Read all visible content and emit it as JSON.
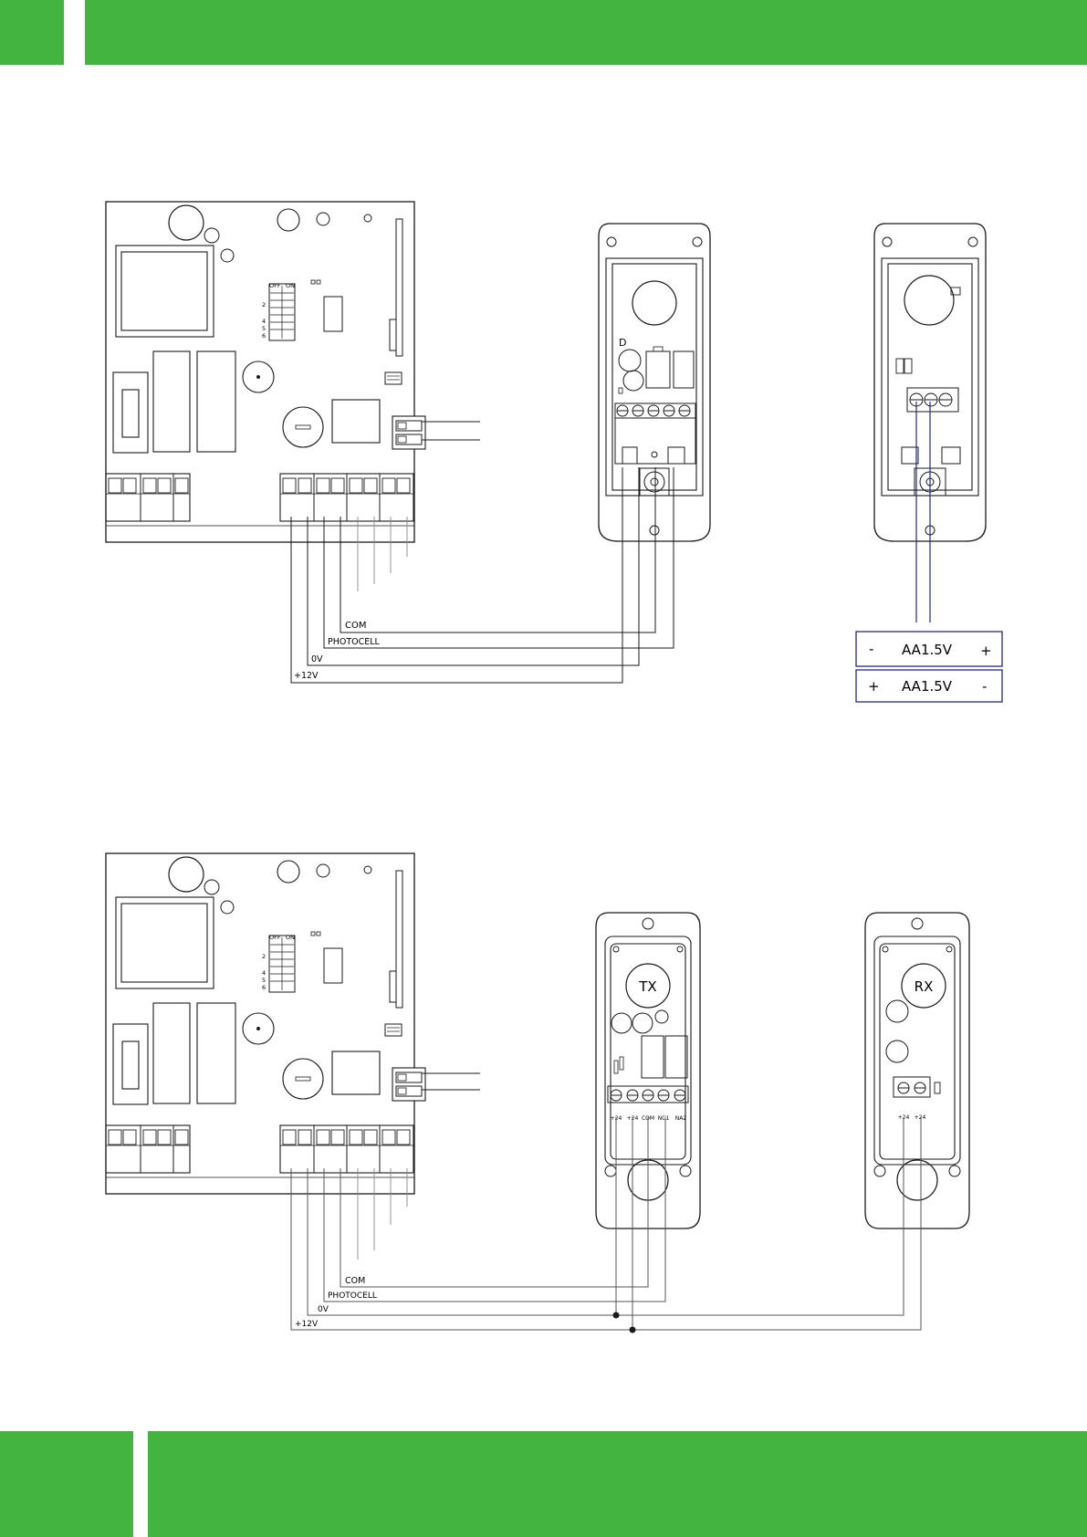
{
  "colors": {
    "accent": "#43b43f",
    "line": "#1a1a1a",
    "battery_wire": "#1f2a8a",
    "wire_gray": "#888888"
  },
  "dip_switch": {
    "off": "OFF",
    "on": "ON",
    "numbers": [
      "2",
      "4",
      "5",
      "6"
    ]
  },
  "wires": {
    "com": "COM",
    "photocell": "PHOTOCELL",
    "zero_v": "0V",
    "plus12": "+12V"
  },
  "batteries": [
    {
      "left": "-",
      "label": "AA1.5V",
      "right": "+"
    },
    {
      "left": "+",
      "label": "AA1.5V",
      "right": "-"
    }
  ],
  "tx": {
    "label": "TX",
    "terminals": [
      "+24",
      "+24",
      "COM",
      "NC1",
      "NA2"
    ]
  },
  "rx": {
    "label": "RX",
    "terminals": [
      "+24",
      "+24"
    ]
  }
}
